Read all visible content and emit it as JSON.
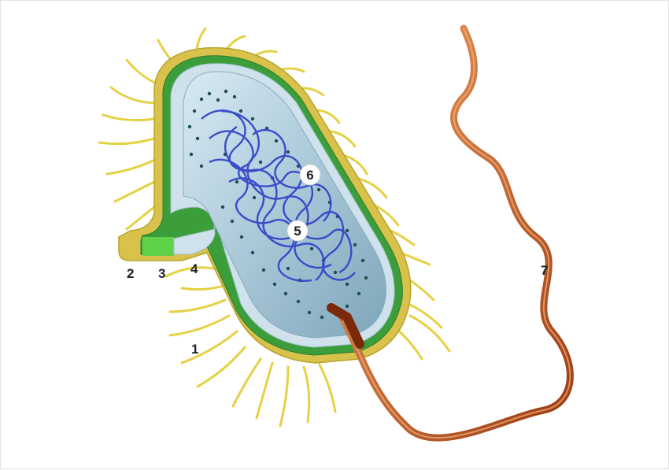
{
  "labels": {
    "pili": "1",
    "capsule": "2",
    "cell_wall": "3",
    "membrane": "4",
    "dna": "5",
    "ribosomes": "6",
    "flagellum": "7"
  },
  "colors": {
    "pili": "#e8d24a",
    "capsule": "#d9c24a",
    "cell_wall": "#3a9a3a",
    "membrane": "#cfe3ef",
    "cytoplasm": "#9ebfd0",
    "dna": "#3346c8",
    "ribosomes": "#1f4a4a",
    "flagellum": "#c0561e"
  }
}
